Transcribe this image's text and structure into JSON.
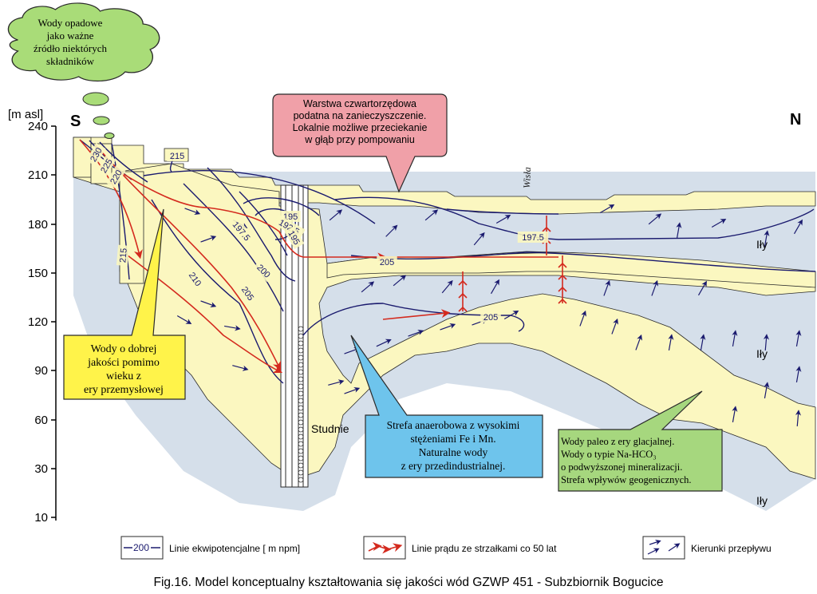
{
  "figure": {
    "caption": "Fig.16. Model konceptualny kształtowania się jakości wód GZWP 451 - Subzbiornik Bogucice",
    "axis_unit": "[m asl]",
    "y_ticks": [
      "240",
      "210",
      "180",
      "150",
      "120",
      "90",
      "60",
      "30",
      "10"
    ],
    "direction_left": "S",
    "direction_right": "N",
    "river": "Wisła",
    "clay_label": "Iły",
    "wells_label": "Studnie"
  },
  "callouts": {
    "rain": [
      "Wody opadowe",
      "jako ważne",
      "źródło niektórych",
      "składników"
    ],
    "quaternary": [
      "Warstwa czwartorzędowa",
      "podatna na zanieczyszczenie.",
      "Lokalnie możliwe przeciekanie",
      "w głąb przy pompowaniu"
    ],
    "good_water": [
      "Wody o dobrej",
      "jakości pomimo",
      "wieku z",
      "ery przemysłowej"
    ],
    "anaerobic": [
      "Strefa anaerobowa z wysokimi",
      "stężeniami Fe i Mn.",
      "Naturalne wody",
      "z ery przedindustrialnej."
    ],
    "paleo": [
      "Wody paleo z ery glacjalnej.",
      "Wody o typie Na-HCO₃",
      "o podwyższonej mineralizacji.",
      "Strefa wpływów geogenicznych."
    ]
  },
  "isolines": [
    "230",
    "225",
    "220",
    "215",
    "215",
    "210",
    "205",
    "200",
    "197.5",
    "195",
    "192.5",
    "195",
    "197.5",
    "205",
    "205"
  ],
  "legend": {
    "equipotential_sample": "200",
    "equipotential": "Linie ekwipotencjalne [ m npm]",
    "flowlines": "Linie prądu ze strzałkami co 50 lat",
    "directions": "Kierunki przepływu"
  },
  "colors": {
    "aquifer": "#fbf7c0",
    "clay": "#d5dfea",
    "isoline": "#1a1a6e",
    "flowline": "#d42a1e",
    "rain_bubble": "#a9dc78",
    "quaternary_box": "#f0a0a8",
    "good_water_box": "#fff34a",
    "anaerobic_box": "#6ec4ec",
    "paleo_box": "#a6d77e"
  }
}
